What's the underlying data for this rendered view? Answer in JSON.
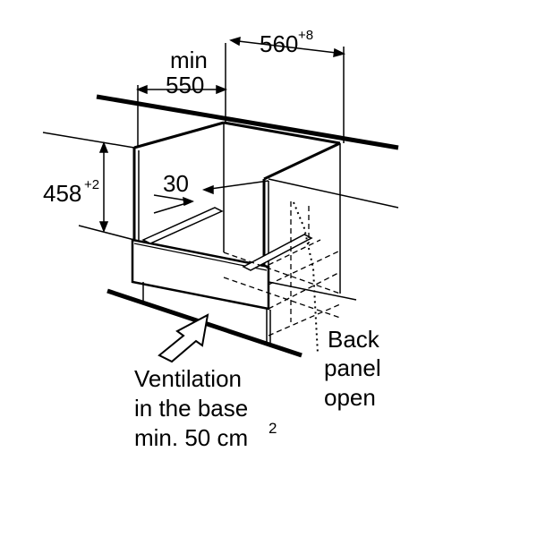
{
  "dimensions": {
    "width_label": "min",
    "width_value": "550",
    "depth_value": "560",
    "depth_tolerance": "+8",
    "height_value": "458",
    "height_tolerance": "+2",
    "gap_value": "30"
  },
  "annotations": {
    "back_panel": [
      "Back",
      "panel",
      "open"
    ],
    "ventilation": [
      "Ventilation",
      "in the base",
      "min. 50 cm"
    ],
    "ventilation_superscript": "2"
  },
  "colors": {
    "line": "#000000",
    "background": "#ffffff"
  }
}
